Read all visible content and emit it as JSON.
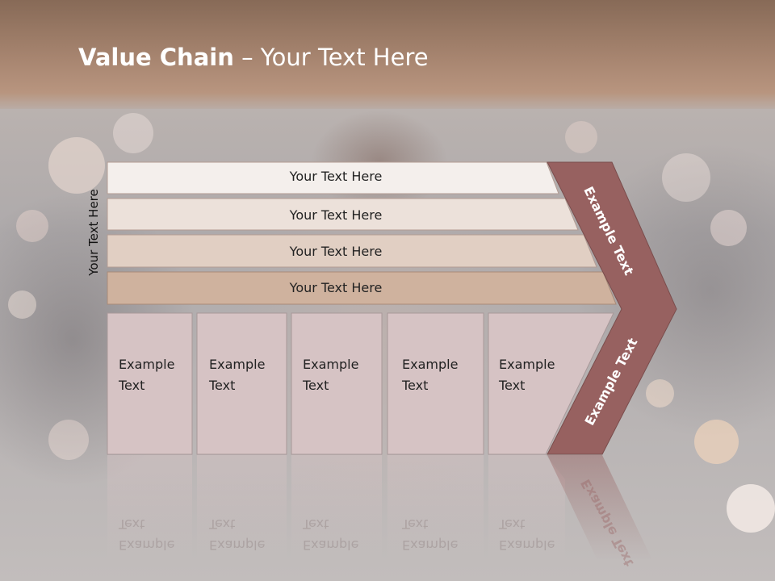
{
  "title": {
    "bold": "Value Chain",
    "rest": " – Your Text Here"
  },
  "side_label": "Your Text Here",
  "bars": [
    {
      "label": "Your Text Here",
      "fill": "#f4efec"
    },
    {
      "label": "Your Text Here",
      "fill": "#ece1da"
    },
    {
      "label": "Your Text Here",
      "fill": "#e1cfc3"
    },
    {
      "label": "Your Text Here",
      "fill": "#cfb29e"
    }
  ],
  "columns": [
    {
      "line1": "Example",
      "line2": "Text"
    },
    {
      "line1": "Example",
      "line2": "Text"
    },
    {
      "line1": "Example",
      "line2": "Text"
    },
    {
      "line1": "Example",
      "line2": "Text"
    },
    {
      "line1": "Example",
      "line2": "Text"
    }
  ],
  "chevron": {
    "top_label": "Example Text",
    "bottom_label": "Example Text"
  },
  "colors": {
    "chevron": "#976160",
    "column_fill": "#d6c3c4",
    "title": "#ffffff"
  }
}
